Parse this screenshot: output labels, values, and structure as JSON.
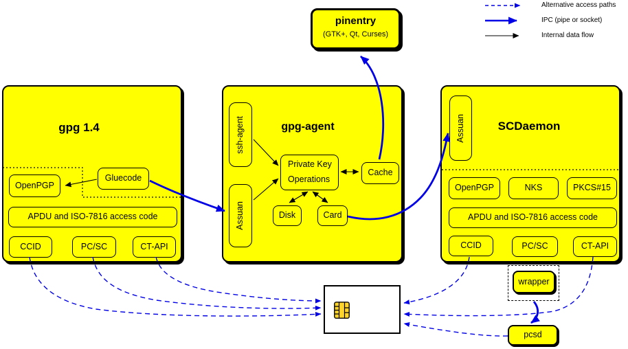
{
  "legend": {
    "alt_label": "Alternative access paths",
    "ipc_label": "IPC (pipe or socket)",
    "internal_label": "Internal data flow"
  },
  "pinentry": {
    "title": "pinentry",
    "subtitle": "(GTK+, Qt, Curses)"
  },
  "gpg14": {
    "title": "gpg 1.4",
    "openpgp": "OpenPGP",
    "gluecode": "Gluecode",
    "apdu": "APDU and ISO-7816 access code",
    "ccid": "CCID",
    "pcsc": "PC/SC",
    "ctapi": "CT-API"
  },
  "gpg_agent": {
    "title": "gpg-agent",
    "ssh_agent": "ssh-agent",
    "assuan": "Assuan",
    "private_key_line1": "Private Key",
    "private_key_line2": "Operations",
    "cache": "Cache",
    "disk": "Disk",
    "card": "Card"
  },
  "scdaemon": {
    "title": "SCDaemon",
    "assuan": "Assuan",
    "openpgp": "OpenPGP",
    "nks": "NKS",
    "pkcs15": "PKCS#15",
    "apdu": "APDU and ISO-7816 access code",
    "ccid": "CCID",
    "pcsc": "PC/SC",
    "ctapi": "CT-API"
  },
  "peripherals": {
    "wrapper": "wrapper",
    "pcsd": "pcsd"
  },
  "colors": {
    "node_fill": "#ffff00",
    "ipc_blue": "#0000e6",
    "line_black": "#000000",
    "chip_gold": "#ffd42a"
  }
}
